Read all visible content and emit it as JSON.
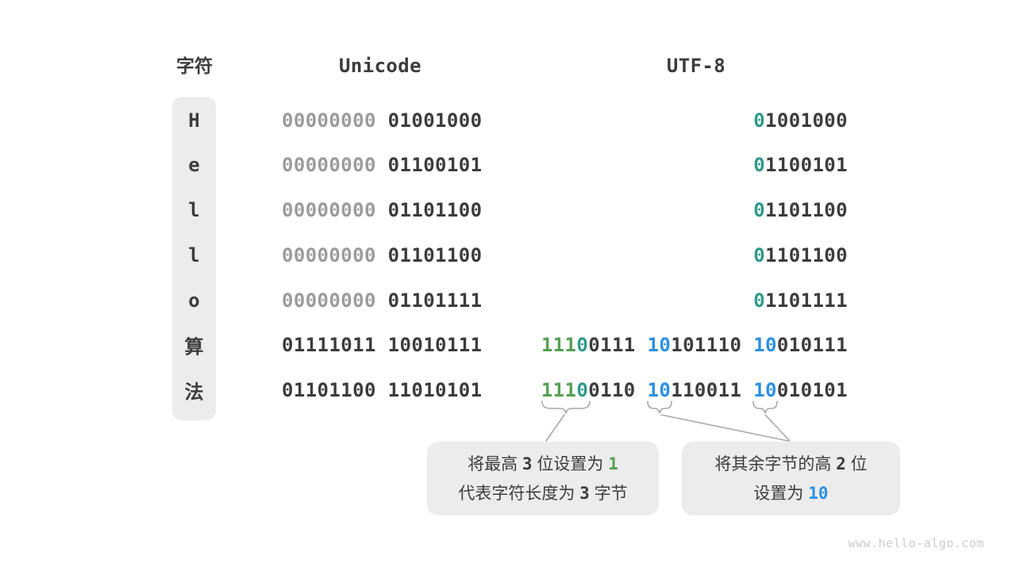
{
  "colors": {
    "dark": "#3c3c3c",
    "gray": "#9b9b9b",
    "green": "#56a054",
    "teal": "#30998a",
    "blue": "#2b90e2",
    "box_bg": "#ececec",
    "line": "#a9a9a9",
    "watermark": "#cccccc"
  },
  "headers": {
    "char": "字符",
    "unicode": "Unicode",
    "utf8": "UTF-8"
  },
  "encoding_table": {
    "rows": [
      {
        "char": "H",
        "unicode": [
          [
            [
              "00000000",
              "gray"
            ]
          ],
          [
            [
              "01001000",
              "dark"
            ]
          ]
        ],
        "utf8": [
          [
            [
              "0",
              "teal"
            ],
            [
              "1001000",
              "dark"
            ]
          ]
        ]
      },
      {
        "char": "e",
        "unicode": [
          [
            [
              "00000000",
              "gray"
            ]
          ],
          [
            [
              "01100101",
              "dark"
            ]
          ]
        ],
        "utf8": [
          [
            [
              "0",
              "teal"
            ],
            [
              "1100101",
              "dark"
            ]
          ]
        ]
      },
      {
        "char": "l",
        "unicode": [
          [
            [
              "00000000",
              "gray"
            ]
          ],
          [
            [
              "01101100",
              "dark"
            ]
          ]
        ],
        "utf8": [
          [
            [
              "0",
              "teal"
            ],
            [
              "1101100",
              "dark"
            ]
          ]
        ]
      },
      {
        "char": "l",
        "unicode": [
          [
            [
              "00000000",
              "gray"
            ]
          ],
          [
            [
              "01101100",
              "dark"
            ]
          ]
        ],
        "utf8": [
          [
            [
              "0",
              "teal"
            ],
            [
              "1101100",
              "dark"
            ]
          ]
        ]
      },
      {
        "char": "o",
        "unicode": [
          [
            [
              "00000000",
              "gray"
            ]
          ],
          [
            [
              "01101111",
              "dark"
            ]
          ]
        ],
        "utf8": [
          [
            [
              "0",
              "teal"
            ],
            [
              "1101111",
              "dark"
            ]
          ]
        ]
      },
      {
        "char": "算",
        "unicode": [
          [
            [
              "01111011",
              "dark"
            ]
          ],
          [
            [
              "10010111",
              "dark"
            ]
          ]
        ],
        "utf8": [
          [
            [
              "111",
              "green"
            ],
            [
              "0",
              "teal"
            ],
            [
              "0111",
              "dark"
            ]
          ],
          [
            [
              "10",
              "blue"
            ],
            [
              "101110",
              "dark"
            ]
          ],
          [
            [
              "10",
              "blue"
            ],
            [
              "010111",
              "dark"
            ]
          ]
        ]
      },
      {
        "char": "法",
        "unicode": [
          [
            [
              "01101100",
              "dark"
            ]
          ],
          [
            [
              "11010101",
              "dark"
            ]
          ]
        ],
        "utf8": [
          [
            [
              "111",
              "green"
            ],
            [
              "0",
              "teal"
            ],
            [
              "0110",
              "dark"
            ]
          ],
          [
            [
              "10",
              "blue"
            ],
            [
              "110011",
              "dark"
            ]
          ],
          [
            [
              "10",
              "blue"
            ],
            [
              "010101",
              "dark"
            ]
          ]
        ]
      }
    ]
  },
  "callouts": [
    {
      "lines": [
        [
          [
            "将最高 ",
            "dark"
          ],
          [
            "3",
            "num"
          ],
          [
            " 位设置为 ",
            "dark"
          ],
          [
            "1",
            "green"
          ]
        ],
        [
          [
            "代表字符长度为 ",
            "dark"
          ],
          [
            "3",
            "num"
          ],
          [
            " 字节",
            "dark"
          ]
        ]
      ]
    },
    {
      "lines": [
        [
          [
            "将其余字节的高 ",
            "dark"
          ],
          [
            "2",
            "num"
          ],
          [
            " 位",
            "dark"
          ]
        ],
        [
          [
            "设置为 ",
            "dark"
          ],
          [
            "10",
            "blue"
          ]
        ]
      ]
    }
  ],
  "watermark": "www.hello-algo.com"
}
